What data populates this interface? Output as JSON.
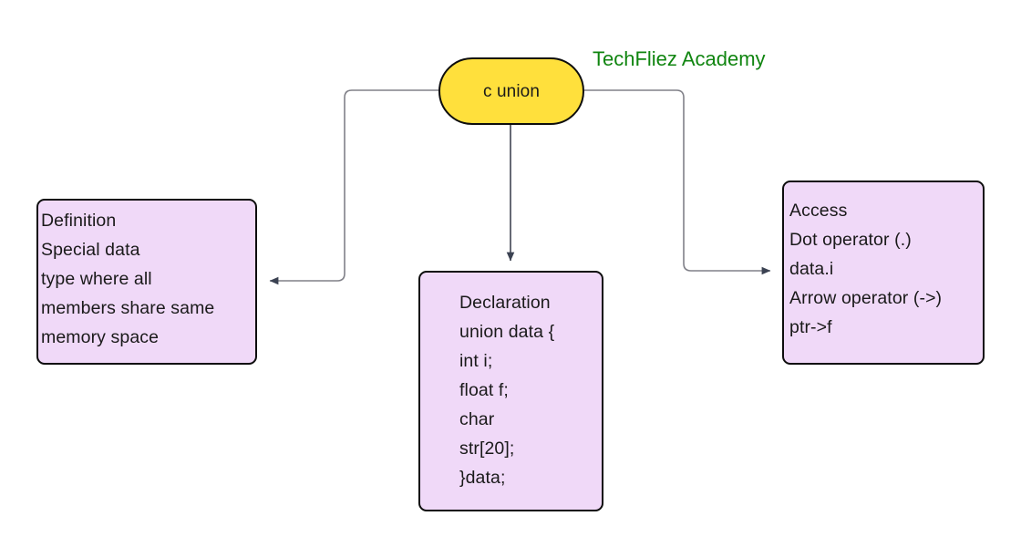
{
  "diagram": {
    "title": "TechFliez Academy",
    "title_color": "#108510",
    "background": "#ffffff",
    "type": "mindmap-flowchart",
    "root": {
      "id": "c-union",
      "label": "c union",
      "shape": "stadium",
      "fill": "#ffe03c",
      "stroke": "#0d0d0d"
    },
    "node_fill": "#f0d9f8",
    "node_stroke": "#0d0d0d",
    "edge_color": "#808088",
    "arrow_color": "#3b4252",
    "nodes": [
      {
        "id": "definition",
        "lines": [
          "Definition",
          "Special data",
          "type where all",
          "members share same",
          "memory space"
        ]
      },
      {
        "id": "declaration",
        "lines": [
          "Declaration",
          "union data {",
          "int i;",
          "float f;",
          "char",
          "str[20];",
          "}data;"
        ]
      },
      {
        "id": "access",
        "lines": [
          "Access",
          "Dot operator (.)",
          "data.i",
          "Arrow operator (->)",
          "ptr->f"
        ]
      }
    ],
    "edges": [
      {
        "from": "c-union",
        "to": "definition",
        "direction": "left"
      },
      {
        "from": "c-union",
        "to": "declaration",
        "direction": "down"
      },
      {
        "from": "c-union",
        "to": "access",
        "direction": "right"
      }
    ]
  }
}
